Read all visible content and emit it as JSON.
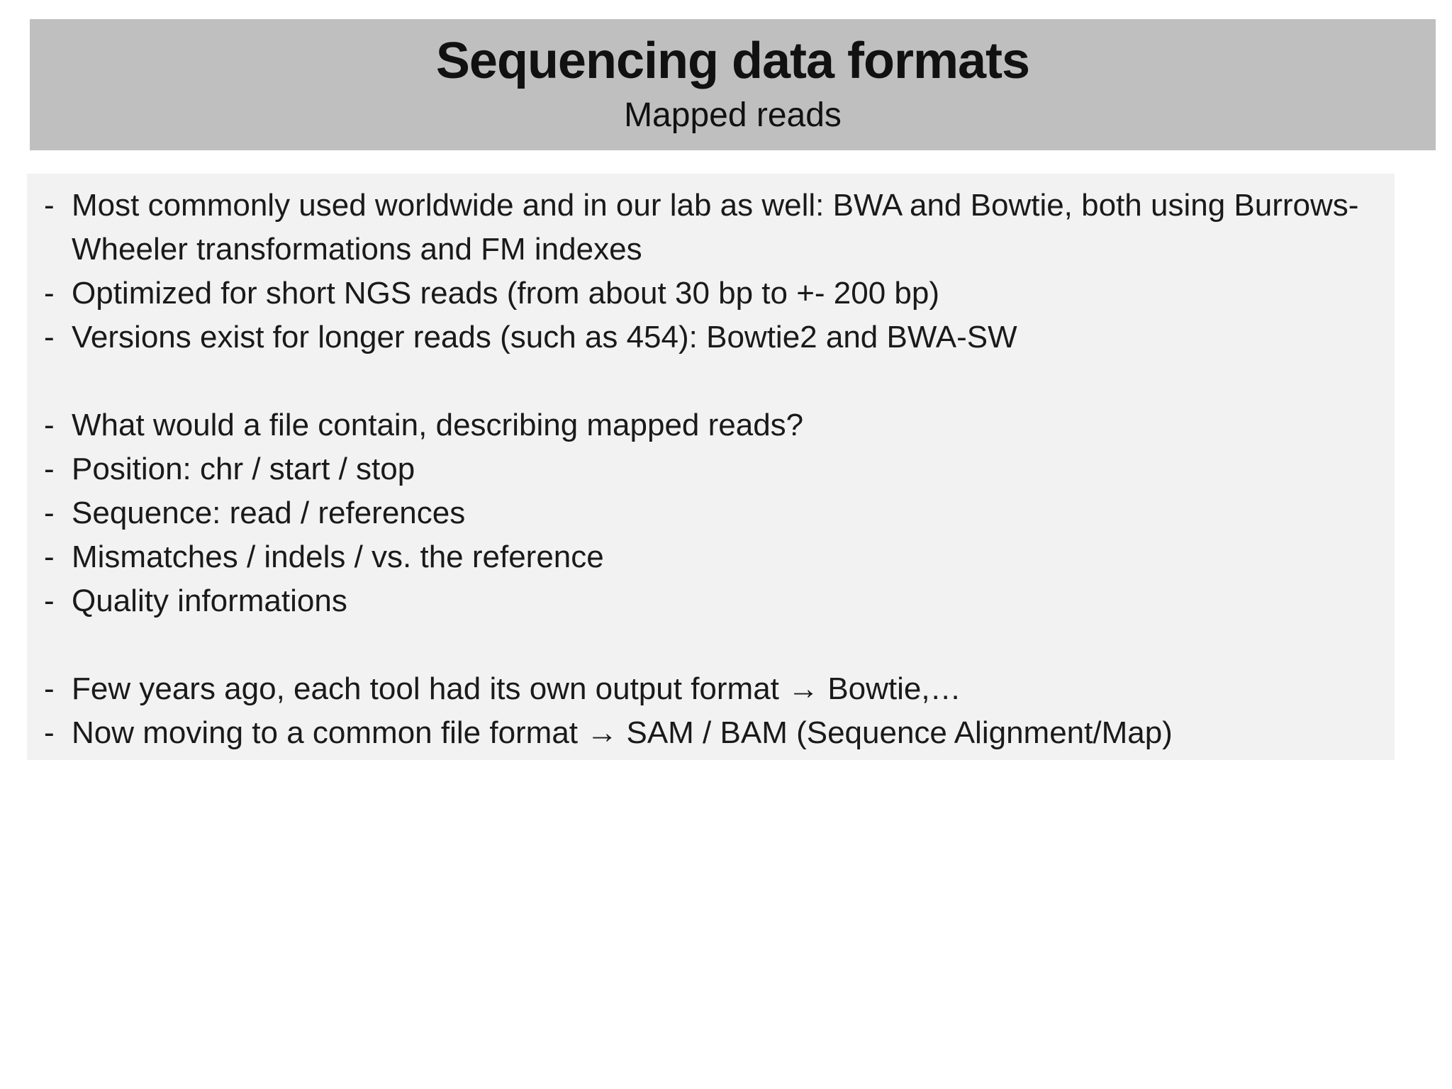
{
  "slide": {
    "header": {
      "title": "Sequencing data formats",
      "subtitle": "Mapped reads"
    },
    "bullet_char": "-",
    "bullet_groups": [
      {
        "items": [
          "Most commonly used worldwide and in our lab as well: BWA and Bowtie, both using Burrows-Wheeler transformations and FM indexes",
          "Optimized for short NGS reads (from about 30 bp to +- 200 bp)",
          "Versions exist for longer reads (such as 454): Bowtie2 and BWA-SW"
        ]
      },
      {
        "items": [
          "What would a file contain, describing mapped reads?",
          "Position: chr / start / stop",
          "Sequence: read / references",
          "Mismatches / indels / vs. the reference",
          "Quality informations"
        ]
      },
      {
        "items": [
          "Few years ago, each tool had its own output format → Bowtie,…",
          "Now moving to a common file format → SAM / BAM (Sequence Alignment/Map)"
        ]
      }
    ],
    "colors": {
      "header_bg": "#bfbfbf",
      "content_bg": "#f2f2f2",
      "text": "#1a1a1a",
      "page_bg": "#ffffff"
    }
  }
}
